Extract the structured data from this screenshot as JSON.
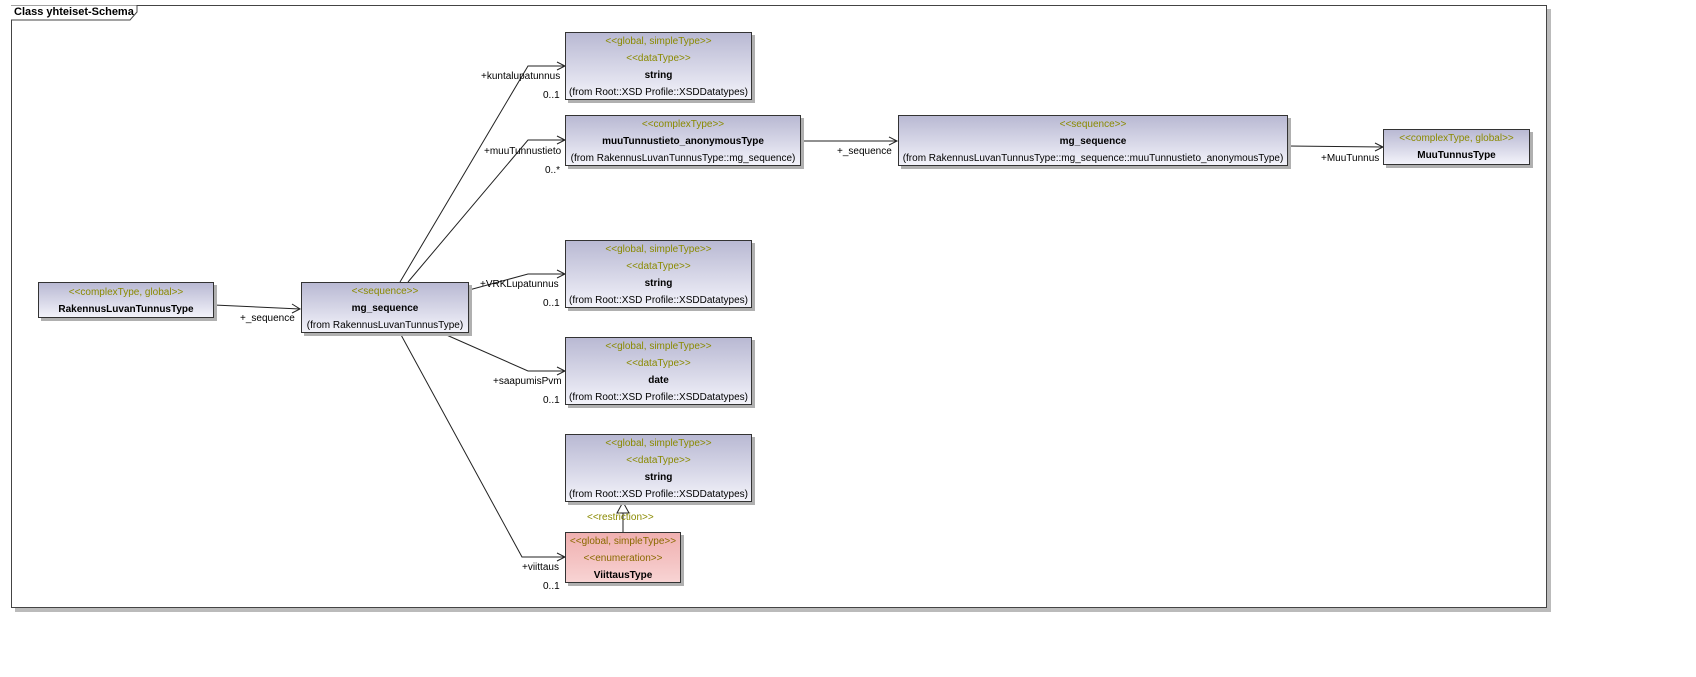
{
  "frame_title": "Class yhteiset-Schema",
  "boxes": {
    "rakennus": {
      "stereo": "<<complexType, global>>",
      "name": "RakennusLuvanTunnusType"
    },
    "mg_seq1": {
      "stereo": "<<sequence>>",
      "name": "mg_sequence",
      "from": "(from RakennusLuvanTunnusType)"
    },
    "string1": {
      "stereo1": "<<global, simpleType>>",
      "stereo2": "<<dataType>>",
      "name": "string",
      "from": "(from Root::XSD Profile::XSDDatatypes)"
    },
    "muutunnus_anon": {
      "stereo": "<<complexType>>",
      "name": "muuTunnustieto_anonymousType",
      "from": "(from RakennusLuvanTunnusType::mg_sequence)"
    },
    "mg_seq2": {
      "stereo": "<<sequence>>",
      "name": "mg_sequence",
      "from": "(from RakennusLuvanTunnusType::mg_sequence::muuTunnustieto_anonymousType)"
    },
    "muutunnustype": {
      "stereo": "<<complexType, global>>",
      "name": "MuuTunnusType"
    },
    "string2": {
      "stereo1": "<<global, simpleType>>",
      "stereo2": "<<dataType>>",
      "name": "string",
      "from": "(from Root::XSD Profile::XSDDatatypes)"
    },
    "date": {
      "stereo1": "<<global, simpleType>>",
      "stereo2": "<<dataType>>",
      "name": "date",
      "from": "(from Root::XSD Profile::XSDDatatypes)"
    },
    "string3": {
      "stereo1": "<<global, simpleType>>",
      "stereo2": "<<dataType>>",
      "name": "string",
      "from": "(from Root::XSD Profile::XSDDatatypes)"
    },
    "viittaus": {
      "stereo1": "<<global, simpleType>>",
      "stereo2": "<<enumeration>>",
      "name": "ViittausType"
    }
  },
  "labels": {
    "seq1_role": "+_sequence",
    "kunta_role": "+kuntalupatunnus",
    "kunta_mult": "0..1",
    "muu_role": "+muuTunnustieto",
    "muu_mult": "0..*",
    "seq2_role": "+_sequence",
    "muutunnus_role": "+MuuTunnus",
    "vrk_role": "+VRKLupatunnus",
    "vrk_mult": "0..1",
    "saap_role": "+saapumisPvm",
    "saap_mult": "0..1",
    "viit_role": "+viittaus",
    "viit_mult": "0..1",
    "restriction": "<<restriction>>"
  }
}
